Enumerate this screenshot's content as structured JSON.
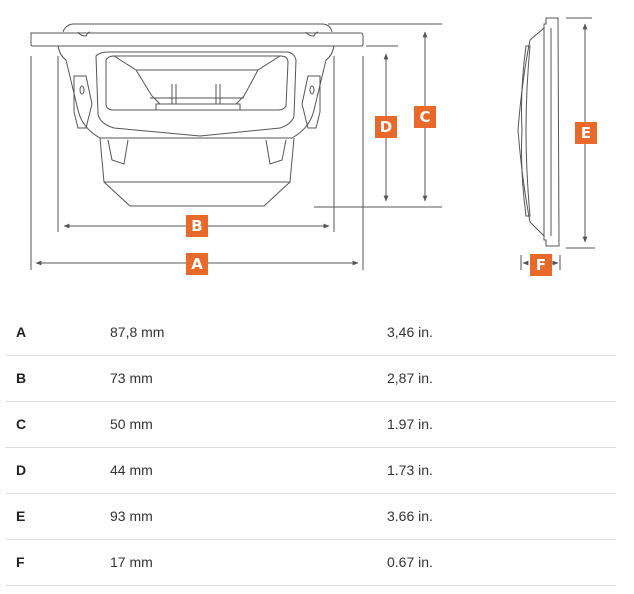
{
  "diagram": {
    "front_view": {
      "labels": [
        "A",
        "B",
        "C",
        "D"
      ]
    },
    "side_view": {
      "labels": [
        "E",
        "F"
      ]
    },
    "accent_color": "#e8692a",
    "line_color": "#555555"
  },
  "dimensions": {
    "rows": [
      {
        "label": "A",
        "mm": "87,8 mm",
        "inches": "3,46 in."
      },
      {
        "label": "B",
        "mm": "73 mm",
        "inches": "2,87 in."
      },
      {
        "label": "C",
        "mm": "50 mm",
        "inches": "1.97 in."
      },
      {
        "label": "D",
        "mm": "44 mm",
        "inches": "1.73 in."
      },
      {
        "label": "E",
        "mm": "93 mm",
        "inches": "3.66 in."
      },
      {
        "label": "F",
        "mm": "17 mm",
        "inches": "0.67 in."
      }
    ]
  }
}
